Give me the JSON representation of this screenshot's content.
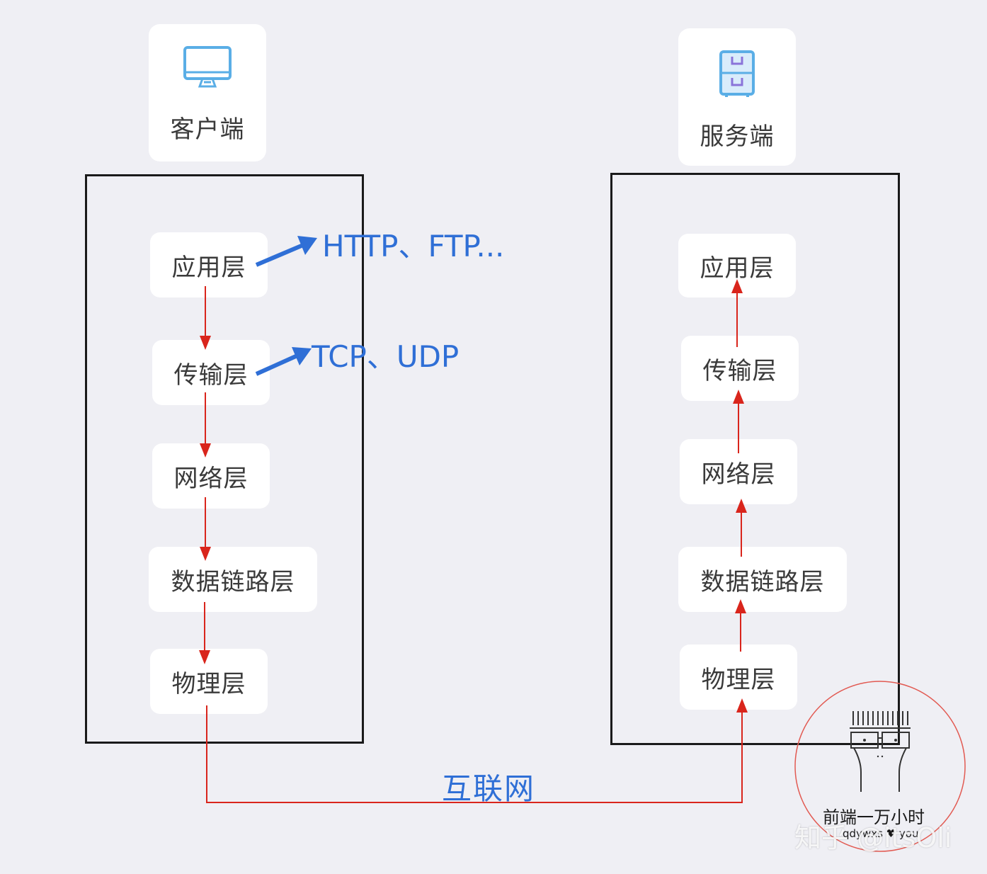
{
  "client": {
    "label": "客户端",
    "icon": "monitor-icon",
    "layers": [
      "应用层",
      "传输层",
      "网络层",
      "数据链路层",
      "物理层"
    ]
  },
  "server": {
    "label": "服务端",
    "icon": "file-cabinet-icon",
    "layers": [
      "应用层",
      "传输层",
      "网络层",
      "数据链路层",
      "物理层"
    ]
  },
  "protocols": {
    "application": "HTTP、FTP...",
    "transport": "TCP、UDP"
  },
  "internet_label": "互联网",
  "watermark": {
    "stamp_title": "前端一万小时",
    "stamp_sub": "qdywxs",
    "stamp_sub2": "you",
    "zhihu": "知乎 @itsOli"
  },
  "colors": {
    "flow_arrow": "#d9251c",
    "protocol_arrow": "#2f6fd6",
    "protocol_text": "#2f6fd6",
    "box_border": "#1a1a1a",
    "card_bg": "#ffffff",
    "background": "#efeff4"
  }
}
